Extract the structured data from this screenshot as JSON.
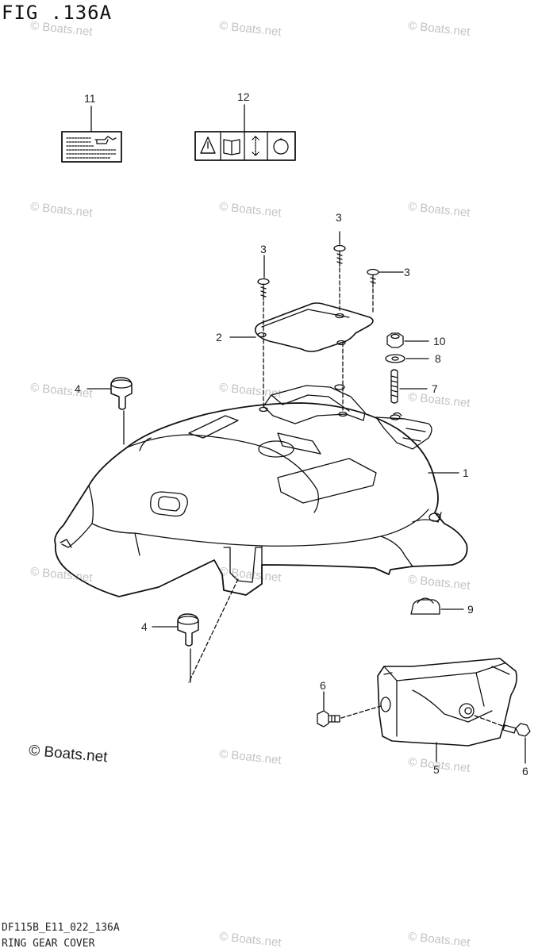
{
  "figure": {
    "title": "FIG .136A",
    "code": "DF115B_E11_022_136A",
    "caption": "RING GEAR COVER"
  },
  "brand": {
    "text": "© Boats.net"
  },
  "watermark": {
    "text": "© Boats.net"
  },
  "callouts": [
    {
      "id": "c11",
      "label": "11"
    },
    {
      "id": "c12",
      "label": "12"
    },
    {
      "id": "c3a",
      "label": "3"
    },
    {
      "id": "c3b",
      "label": "3"
    },
    {
      "id": "c3c",
      "label": "3"
    },
    {
      "id": "c2",
      "label": "2"
    },
    {
      "id": "c10",
      "label": "10"
    },
    {
      "id": "c8",
      "label": "8"
    },
    {
      "id": "c7",
      "label": "7"
    },
    {
      "id": "c4a",
      "label": "4"
    },
    {
      "id": "c1",
      "label": "1"
    },
    {
      "id": "c9",
      "label": "9"
    },
    {
      "id": "c4b",
      "label": "4"
    },
    {
      "id": "c6a",
      "label": "6"
    },
    {
      "id": "c5",
      "label": "5"
    },
    {
      "id": "c6b",
      "label": "6"
    }
  ]
}
